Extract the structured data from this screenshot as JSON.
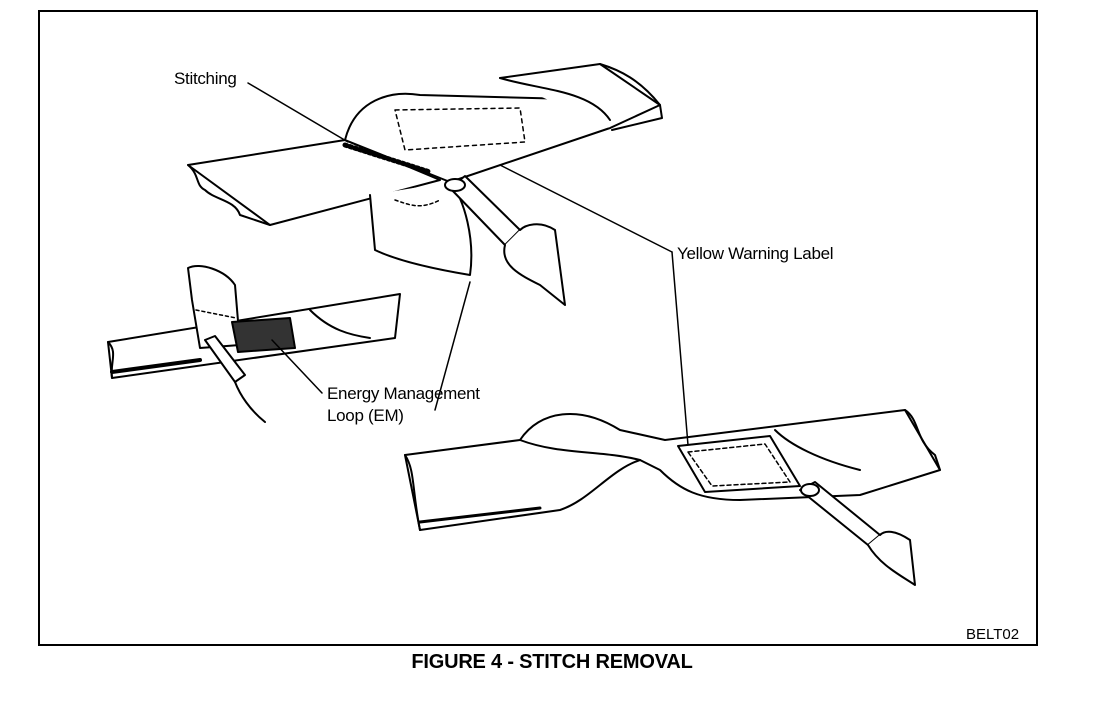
{
  "figure": {
    "caption": "FIGURE 4 - STITCH REMOVAL",
    "code": "BELT02"
  },
  "callouts": {
    "stitching": "Stitching",
    "warning_label": "Yellow Warning Label",
    "em_loop_line1": "Energy Management",
    "em_loop_line2": "Loop (EM)"
  },
  "colors": {
    "ink": "#000000",
    "paper": "#ffffff"
  }
}
